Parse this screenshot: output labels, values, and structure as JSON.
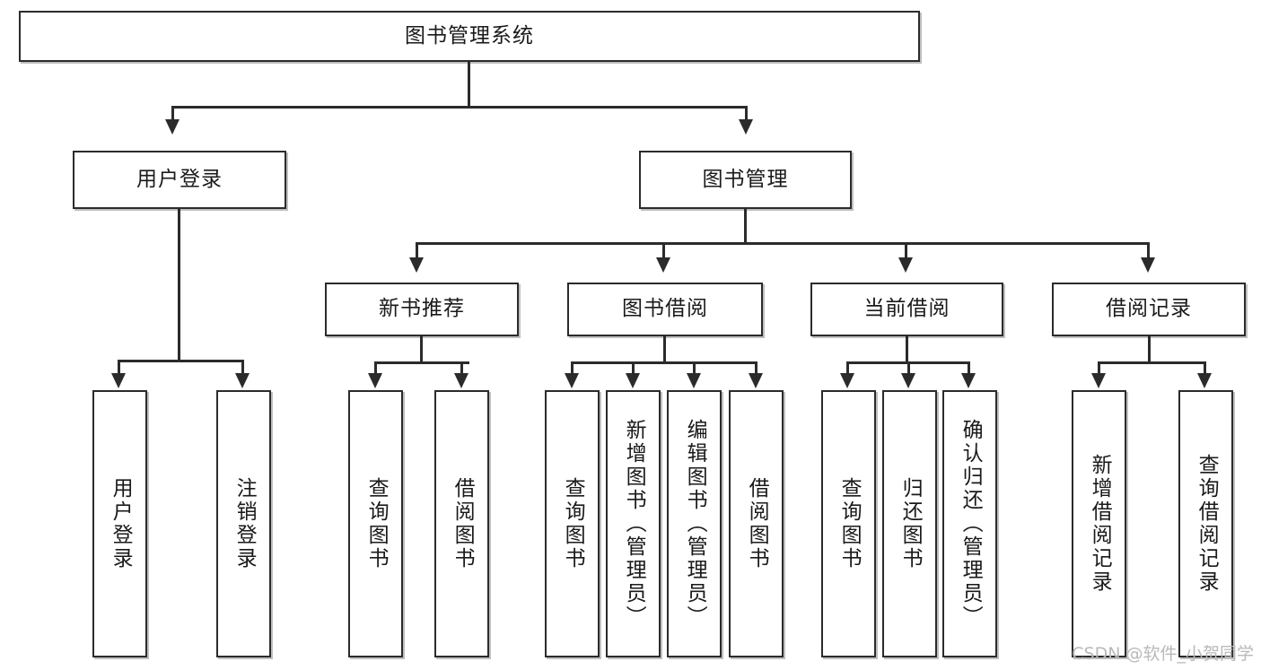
{
  "diagram": {
    "title": "图书管理系统",
    "type": "tree",
    "root": {
      "label": "图书管理系统"
    },
    "level2": [
      {
        "label": "用户登录"
      },
      {
        "label": "图书管理"
      }
    ],
    "level3": [
      {
        "label": "新书推荐"
      },
      {
        "label": "图书借阅"
      },
      {
        "label": "当前借阅"
      },
      {
        "label": "借阅记录"
      }
    ],
    "leaves": {
      "user_login": [
        {
          "label": "用户登录"
        },
        {
          "label": "注销登录"
        }
      ],
      "new_book_recommend": [
        {
          "label": "查询图书"
        },
        {
          "label": "借阅图书"
        }
      ],
      "book_borrow": [
        {
          "label": "查询图书"
        },
        {
          "label": "新增图书（管理员）"
        },
        {
          "label": "编辑图书（管理员）"
        },
        {
          "label": "借阅图书"
        }
      ],
      "current_borrow": [
        {
          "label": "查询图书"
        },
        {
          "label": "归还图书"
        },
        {
          "label": "确认归还（管理员）"
        }
      ],
      "borrow_record": [
        {
          "label": "新增借阅记录"
        },
        {
          "label": "查询借阅记录"
        }
      ]
    },
    "watermark": "CSDN @软件_小贺同学",
    "colors": {
      "stroke": "#2b2b2b",
      "fill": "#ffffff",
      "shadow": "#aaaaaa",
      "watermark": "#b9b9b9"
    }
  },
  "chart_data": {
    "type": "table",
    "title": "图书管理系统",
    "nodes": [
      {
        "id": "root",
        "label": "图书管理系统",
        "level": 0,
        "parent": null
      },
      {
        "id": "n1",
        "label": "用户登录",
        "level": 1,
        "parent": "root"
      },
      {
        "id": "n2",
        "label": "图书管理",
        "level": 1,
        "parent": "root"
      },
      {
        "id": "n1a",
        "label": "用户登录",
        "level": 2,
        "parent": "n1"
      },
      {
        "id": "n1b",
        "label": "注销登录",
        "level": 2,
        "parent": "n1"
      },
      {
        "id": "n2a",
        "label": "新书推荐",
        "level": 2,
        "parent": "n2"
      },
      {
        "id": "n2b",
        "label": "图书借阅",
        "level": 2,
        "parent": "n2"
      },
      {
        "id": "n2c",
        "label": "当前借阅",
        "level": 2,
        "parent": "n2"
      },
      {
        "id": "n2d",
        "label": "借阅记录",
        "level": 2,
        "parent": "n2"
      },
      {
        "id": "n2a1",
        "label": "查询图书",
        "level": 3,
        "parent": "n2a"
      },
      {
        "id": "n2a2",
        "label": "借阅图书",
        "level": 3,
        "parent": "n2a"
      },
      {
        "id": "n2b1",
        "label": "查询图书",
        "level": 3,
        "parent": "n2b"
      },
      {
        "id": "n2b2",
        "label": "新增图书（管理员）",
        "level": 3,
        "parent": "n2b"
      },
      {
        "id": "n2b3",
        "label": "编辑图书（管理员）",
        "level": 3,
        "parent": "n2b"
      },
      {
        "id": "n2b4",
        "label": "借阅图书",
        "level": 3,
        "parent": "n2b"
      },
      {
        "id": "n2c1",
        "label": "查询图书",
        "level": 3,
        "parent": "n2c"
      },
      {
        "id": "n2c2",
        "label": "归还图书",
        "level": 3,
        "parent": "n2c"
      },
      {
        "id": "n2c3",
        "label": "确认归还（管理员）",
        "level": 3,
        "parent": "n2c"
      },
      {
        "id": "n2d1",
        "label": "新增借阅记录",
        "level": 3,
        "parent": "n2d"
      },
      {
        "id": "n2d2",
        "label": "查询借阅记录",
        "level": 3,
        "parent": "n2d"
      }
    ]
  }
}
